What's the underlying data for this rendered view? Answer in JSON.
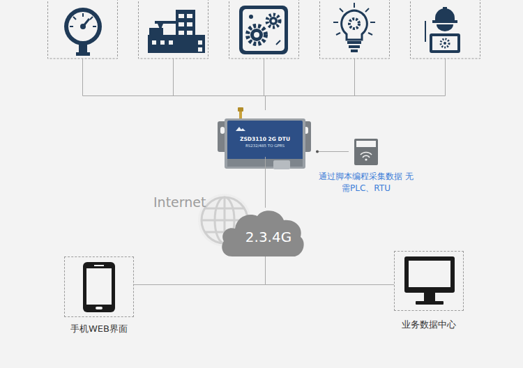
{
  "diagram": {
    "nodes": [
      {
        "text": [
          "ZSD3110 2G DTU",
          "RS232/485 TO GPRS"
        ]
      },
      {
        "text": [
          "2.3.4G"
        ]
      },
      {
        "text": [
          "手机WEB界面"
        ]
      },
      {
        "text": [
          "业务数据中心"
        ]
      }
    ],
    "edges": [
      {
        "from": 0,
        "to": 1,
        "arrow": "none"
      },
      {
        "from": 1,
        "to": 2,
        "arrow": "none"
      },
      {
        "from": 1,
        "to": 3,
        "arrow": "none"
      }
    ],
    "labels": [
      "Internet",
      "通过脚本编程采集数据 无需PLC、RTU"
    ]
  }
}
